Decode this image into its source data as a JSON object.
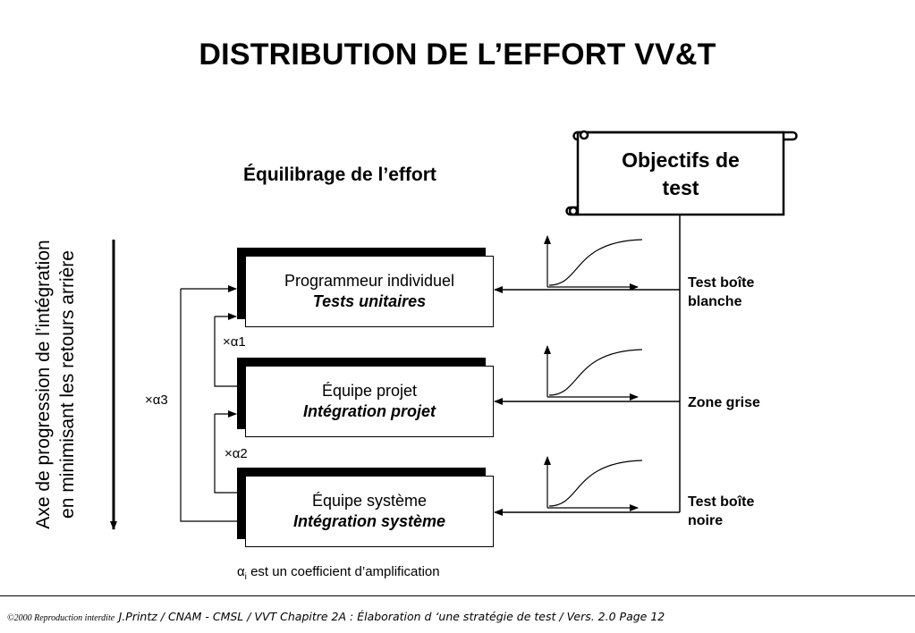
{
  "title": "DISTRIBUTION DE L’EFFORT VV&T",
  "subtitle": "Équilibrage de l’effort",
  "objectives": {
    "line1": "Objectifs de",
    "line2": "test"
  },
  "axis_label": {
    "line1": "Axe de progression de l’intégration",
    "line2": "en minimisant les retours arrière"
  },
  "boxes": [
    {
      "line1": "Programmeur individuel",
      "line2": "Tests unitaires"
    },
    {
      "line1": "Équipe projet",
      "line2": "Intégration projet"
    },
    {
      "line1": "Équipe système",
      "line2": "Intégration système"
    }
  ],
  "zones": [
    {
      "line1": "Test boîte",
      "line2": "blanche"
    },
    {
      "line1": "Zone grise",
      "line2": ""
    },
    {
      "line1": "Test boîte",
      "line2": "noire"
    }
  ],
  "coefficients": {
    "a1": "×α1",
    "a2": "×α2",
    "a3": "×α3"
  },
  "legend": {
    "alpha": "α",
    "sub": "i",
    "text": " est un coefficient d’amplification"
  },
  "footer": {
    "copyright": "©2000 Reproduction interdite",
    "text": "J.Printz / CNAM - CMSL / VVT Chapitre 2A  : Élaboration d ‘une stratégie de test / Vers. 2.0   Page 12"
  }
}
